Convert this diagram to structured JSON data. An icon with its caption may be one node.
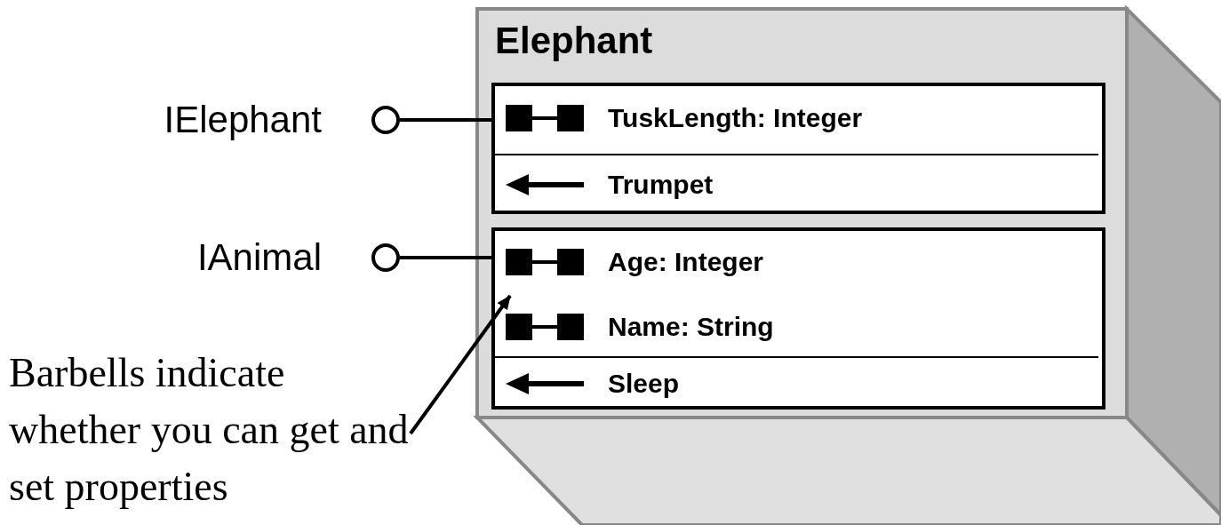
{
  "diagram": {
    "nodes": [
      {
        "text": [
          "Elephant"
        ]
      },
      {
        "text": [],
        "shape": "box",
        "in": 0
      },
      {
        "text": [
          "TuskLength: Integer"
        ],
        "in": 1
      },
      {
        "text": [
          "Trumpet"
        ],
        "in": 1
      },
      {
        "text": [],
        "shape": "box",
        "in": 0
      },
      {
        "text": [
          "Age: Integer"
        ],
        "in": 4
      },
      {
        "text": [
          "Name: String"
        ],
        "in": 4
      },
      {
        "text": [
          "Sleep"
        ],
        "in": 4
      },
      {
        "text": [],
        "shape": "circle",
        "beside": [
          "IElephant"
        ]
      },
      {
        "text": [],
        "shape": "circle",
        "beside": [
          "IAnimal"
        ]
      },
      {
        "text": [
          "Barbells indicate whether you can get and set properties"
        ]
      }
    ],
    "edges": [
      {
        "from": 8,
        "to": 1,
        "arrow": "none"
      },
      {
        "from": 9,
        "to": 4,
        "arrow": "none"
      },
      {
        "from": 10,
        "to": 5,
        "arrow": "to"
      }
    ]
  }
}
